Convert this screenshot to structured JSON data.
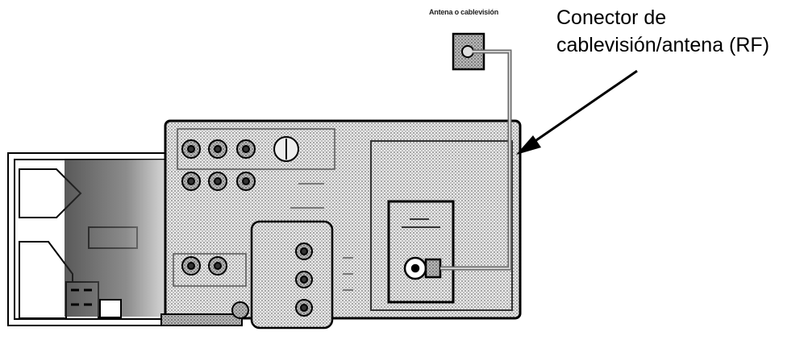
{
  "callout": {
    "line1": "Conector de",
    "line2": "cablevisión/antena (RF)"
  },
  "wall_outlet_label": "Antena o cablevisión",
  "colors": {
    "ink": "#000000",
    "panel_fill": "#c8c8c8",
    "cable": "#6a6a6a"
  }
}
